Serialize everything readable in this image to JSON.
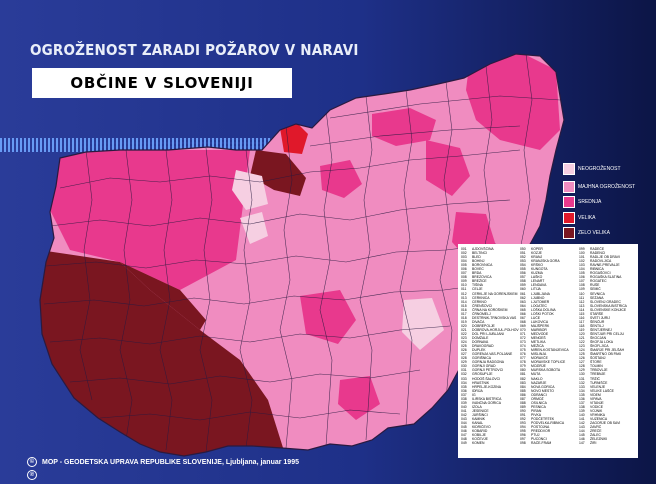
{
  "title": "OGROŽENOST ZARADI POŽAROV V NARAVI",
  "subtitle": "OBČINE V SLOVENIJI",
  "legend": [
    {
      "label": "NEOGROŽENOST",
      "color": "#f6cfe2"
    },
    {
      "label": "MAJHNA OGROŽENOST",
      "color": "#f08cc0"
    },
    {
      "label": "SREDNJA",
      "color": "#e8398d"
    },
    {
      "label": "VELIKA",
      "color": "#e0182a"
    },
    {
      "label": "ZELO VELIKA",
      "color": "#7a1620"
    }
  ],
  "credit": "MOP - GEODETSKA UPRAVA REPUBLIKE SLOVENIJE, Ljubljana, januar 1995",
  "copyright_symbol": "©",
  "colors": {
    "background": "#1d2f86",
    "border": "#2a1a40"
  },
  "municipalities": [
    {
      "num": "001",
      "name": "AJDOVŠČINA"
    },
    {
      "num": "002",
      "name": "BELTINCI"
    },
    {
      "num": "003",
      "name": "BLED"
    },
    {
      "num": "004",
      "name": "BOHINJ"
    },
    {
      "num": "005",
      "name": "BOROVNICA"
    },
    {
      "num": "006",
      "name": "BOVEC"
    },
    {
      "num": "007",
      "name": "BRDA"
    },
    {
      "num": "008",
      "name": "BREZOVICA"
    },
    {
      "num": "009",
      "name": "BREŽICE"
    },
    {
      "num": "010",
      "name": "TIŠINA"
    },
    {
      "num": "011",
      "name": "CELJE"
    },
    {
      "num": "012",
      "name": "CERKLJE NA GORENJSKEM"
    },
    {
      "num": "013",
      "name": "CERKNICA"
    },
    {
      "num": "014",
      "name": "CERKNO"
    },
    {
      "num": "015",
      "name": "ČRENŠOVCI"
    },
    {
      "num": "016",
      "name": "ČRNA NA KOROŠKEM"
    },
    {
      "num": "017",
      "name": "ČRNOMELJ"
    },
    {
      "num": "018",
      "name": "DESTRNIK-TRNOVSKA VAS"
    },
    {
      "num": "019",
      "name": "DIVAČA"
    },
    {
      "num": "020",
      "name": "DOBREPOLJE"
    },
    {
      "num": "021",
      "name": "DOBROVA-HORJUL-POLHOV GRADEC"
    },
    {
      "num": "022",
      "name": "DOL PRI LJUBLJANI"
    },
    {
      "num": "023",
      "name": "DOMŽALE"
    },
    {
      "num": "024",
      "name": "DORNAVA"
    },
    {
      "num": "025",
      "name": "DRAVOGRAD"
    },
    {
      "num": "026",
      "name": "DUPLEK"
    },
    {
      "num": "027",
      "name": "GORENJA VAS-POLJANE"
    },
    {
      "num": "028",
      "name": "GORIŠNICA"
    },
    {
      "num": "029",
      "name": "GORNJA RADGONA"
    },
    {
      "num": "030",
      "name": "GORNJI GRAD"
    },
    {
      "num": "031",
      "name": "GORNJI PETROVCI"
    },
    {
      "num": "032",
      "name": "GROSUPLJE"
    },
    {
      "num": "033",
      "name": "HODOŠ ŠALOVCI"
    },
    {
      "num": "034",
      "name": "HRASTNIK"
    },
    {
      "num": "035",
      "name": "HRPELJE-KOZINA"
    },
    {
      "num": "036",
      "name": "IDRIJA"
    },
    {
      "num": "037",
      "name": "IG"
    },
    {
      "num": "038",
      "name": "ILIRSKA BISTRICA"
    },
    {
      "num": "039",
      "name": "IVANČNA GORICA"
    },
    {
      "num": "040",
      "name": "IZOLA"
    },
    {
      "num": "041",
      "name": "JESENICE"
    },
    {
      "num": "042",
      "name": "JURŠINCI"
    },
    {
      "num": "043",
      "name": "KAMNIK"
    },
    {
      "num": "044",
      "name": "KANAL"
    },
    {
      "num": "045",
      "name": "KIDRIČEVO"
    },
    {
      "num": "046",
      "name": "KOBARID"
    },
    {
      "num": "047",
      "name": "KOBILJE"
    },
    {
      "num": "048",
      "name": "KOČEVJE"
    },
    {
      "num": "049",
      "name": "KOMEN"
    },
    {
      "num": "050",
      "name": "KOPER"
    },
    {
      "num": "051",
      "name": "KOZJE"
    },
    {
      "num": "052",
      "name": "KRANJ"
    },
    {
      "num": "053",
      "name": "KRANJSKA GORA"
    },
    {
      "num": "054",
      "name": "KRŠKO"
    },
    {
      "num": "055",
      "name": "KUNGOTA"
    },
    {
      "num": "056",
      "name": "KUZMA"
    },
    {
      "num": "057",
      "name": "LAŠKO"
    },
    {
      "num": "058",
      "name": "LENART"
    },
    {
      "num": "059",
      "name": "LENDAVA"
    },
    {
      "num": "060",
      "name": "LITIJA"
    },
    {
      "num": "061",
      "name": "LJUBLJANA"
    },
    {
      "num": "062",
      "name": "LJUBNO"
    },
    {
      "num": "063",
      "name": "LJUTOMER"
    },
    {
      "num": "064",
      "name": "LOGATEC"
    },
    {
      "num": "065",
      "name": "LOŠKA DOLINA"
    },
    {
      "num": "066",
      "name": "LOŠKI POTOK"
    },
    {
      "num": "067",
      "name": "LUČE"
    },
    {
      "num": "068",
      "name": "LUKOVICA"
    },
    {
      "num": "069",
      "name": "MAJŠPERK"
    },
    {
      "num": "070",
      "name": "MARIBOR"
    },
    {
      "num": "071",
      "name": "MEDVODE"
    },
    {
      "num": "072",
      "name": "MENGEŠ"
    },
    {
      "num": "073",
      "name": "METLIKA"
    },
    {
      "num": "074",
      "name": "MEŽICA"
    },
    {
      "num": "075",
      "name": "MIREN-KOSTANJEVICA"
    },
    {
      "num": "076",
      "name": "MISLINJA"
    },
    {
      "num": "077",
      "name": "MORAVČE"
    },
    {
      "num": "078",
      "name": "MORAVSKE TOPLICE"
    },
    {
      "num": "079",
      "name": "MOZIRJE"
    },
    {
      "num": "080",
      "name": "MURSKA SOBOTA"
    },
    {
      "num": "081",
      "name": "MUTA"
    },
    {
      "num": "082",
      "name": "NAKLO"
    },
    {
      "num": "083",
      "name": "NAZARJE"
    },
    {
      "num": "084",
      "name": "NOVA GORICA"
    },
    {
      "num": "085",
      "name": "NOVO MESTO"
    },
    {
      "num": "086",
      "name": "ODRANCI"
    },
    {
      "num": "087",
      "name": "ORMOŽ"
    },
    {
      "num": "088",
      "name": "OSILNICA"
    },
    {
      "num": "089",
      "name": "PESNICA"
    },
    {
      "num": "090",
      "name": "PIRAN"
    },
    {
      "num": "091",
      "name": "PIVKA"
    },
    {
      "num": "092",
      "name": "PODČETRTEK"
    },
    {
      "num": "093",
      "name": "PODVELKA-RIBNICA"
    },
    {
      "num": "094",
      "name": "POSTOJNA"
    },
    {
      "num": "095",
      "name": "PREDDVOR"
    },
    {
      "num": "096",
      "name": "PTUJ"
    },
    {
      "num": "097",
      "name": "PUCONCI"
    },
    {
      "num": "098",
      "name": "RAČE-FRAM"
    },
    {
      "num": "099",
      "name": "RADEČE"
    },
    {
      "num": "100",
      "name": "RADENCI"
    },
    {
      "num": "101",
      "name": "RADLJE OB DRAVI"
    },
    {
      "num": "102",
      "name": "RADOVLJICA"
    },
    {
      "num": "103",
      "name": "RAVNE-PREVALJE"
    },
    {
      "num": "104",
      "name": "RIBNICA"
    },
    {
      "num": "105",
      "name": "ROGAŠOVCI"
    },
    {
      "num": "106",
      "name": "ROGAŠKA SLATINA"
    },
    {
      "num": "107",
      "name": "ROGATEC"
    },
    {
      "num": "108",
      "name": "RUŠE"
    },
    {
      "num": "109",
      "name": "SEMIČ"
    },
    {
      "num": "110",
      "name": "SEVNICA"
    },
    {
      "num": "111",
      "name": "SEŽANA"
    },
    {
      "num": "112",
      "name": "SLOVENJ GRADEC"
    },
    {
      "num": "113",
      "name": "SLOVENSKA BISTRICA"
    },
    {
      "num": "114",
      "name": "SLOVENSKE KONJICE"
    },
    {
      "num": "115",
      "name": "STARŠE"
    },
    {
      "num": "116",
      "name": "SVETI JURIJ"
    },
    {
      "num": "117",
      "name": "ŠENČUR"
    },
    {
      "num": "118",
      "name": "ŠENTILJ"
    },
    {
      "num": "119",
      "name": "ŠENTJERNEJ"
    },
    {
      "num": "120",
      "name": "ŠENTJUR PRI CELJU"
    },
    {
      "num": "121",
      "name": "ŠKOCJAN"
    },
    {
      "num": "122",
      "name": "ŠKOFJA LOKA"
    },
    {
      "num": "123",
      "name": "ŠKOFLJICA"
    },
    {
      "num": "124",
      "name": "ŠMARJE PRI JELŠAH"
    },
    {
      "num": "125",
      "name": "ŠMARTNO OB PAKI"
    },
    {
      "num": "126",
      "name": "ŠOŠTANJ"
    },
    {
      "num": "127",
      "name": "ŠTORE"
    },
    {
      "num": "128",
      "name": "TOLMIN"
    },
    {
      "num": "129",
      "name": "TRBOVLJE"
    },
    {
      "num": "130",
      "name": "TREBNJE"
    },
    {
      "num": "131",
      "name": "TRŽIČ"
    },
    {
      "num": "132",
      "name": "TURNIŠČE"
    },
    {
      "num": "133",
      "name": "VELENJE"
    },
    {
      "num": "134",
      "name": "VELIKE LAŠČE"
    },
    {
      "num": "135",
      "name": "VIDEM"
    },
    {
      "num": "136",
      "name": "VIPAVA"
    },
    {
      "num": "137",
      "name": "VITANJE"
    },
    {
      "num": "138",
      "name": "VODICE"
    },
    {
      "num": "139",
      "name": "VOJNIK"
    },
    {
      "num": "140",
      "name": "VRHNIKA"
    },
    {
      "num": "141",
      "name": "VUZENICA"
    },
    {
      "num": "142",
      "name": "ZAGORJE OB SAVI"
    },
    {
      "num": "143",
      "name": "ZAVRČ"
    },
    {
      "num": "144",
      "name": "ZREČE"
    },
    {
      "num": "145",
      "name": "ŽALEC"
    },
    {
      "num": "146",
      "name": "ŽELEZNIKI"
    },
    {
      "num": "147",
      "name": "ŽIRI"
    }
  ]
}
